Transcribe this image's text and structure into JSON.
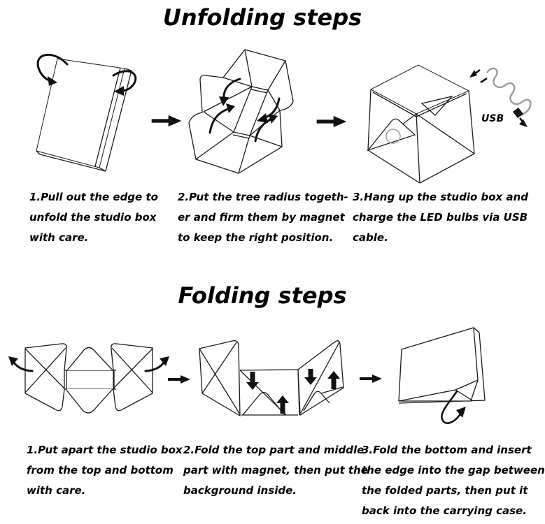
{
  "colors": {
    "background": "#ffffff",
    "ink": "#000000",
    "line": "#1a1a1a",
    "muted": "#999999"
  },
  "unfolding": {
    "title": "Unfolding steps",
    "usb_label": "USB",
    "steps": [
      {
        "lines": [
          "1.Pull out the edge to",
          "unfold the studio box",
          "with care."
        ]
      },
      {
        "lines": [
          "2.Put the tree radius togeth-",
          "er and firm them by magnet",
          "to keep the right position."
        ]
      },
      {
        "lines": [
          "3.Hang up the studio box and",
          "charge the LED bulbs via USB",
          "cable."
        ]
      }
    ]
  },
  "folding": {
    "title": "Folding steps",
    "steps": [
      {
        "lines": [
          "1.Put apart the studio box",
          "from the top and bottom",
          "with care."
        ]
      },
      {
        "lines": [
          "2.Fold the top part and middle",
          "part with magnet, then put the",
          "background inside."
        ]
      },
      {
        "lines": [
          "3.Fold the bottom and insert",
          "the edge into the gap between",
          "the folded parts, then put it",
          "back into the carrying case."
        ]
      }
    ]
  }
}
